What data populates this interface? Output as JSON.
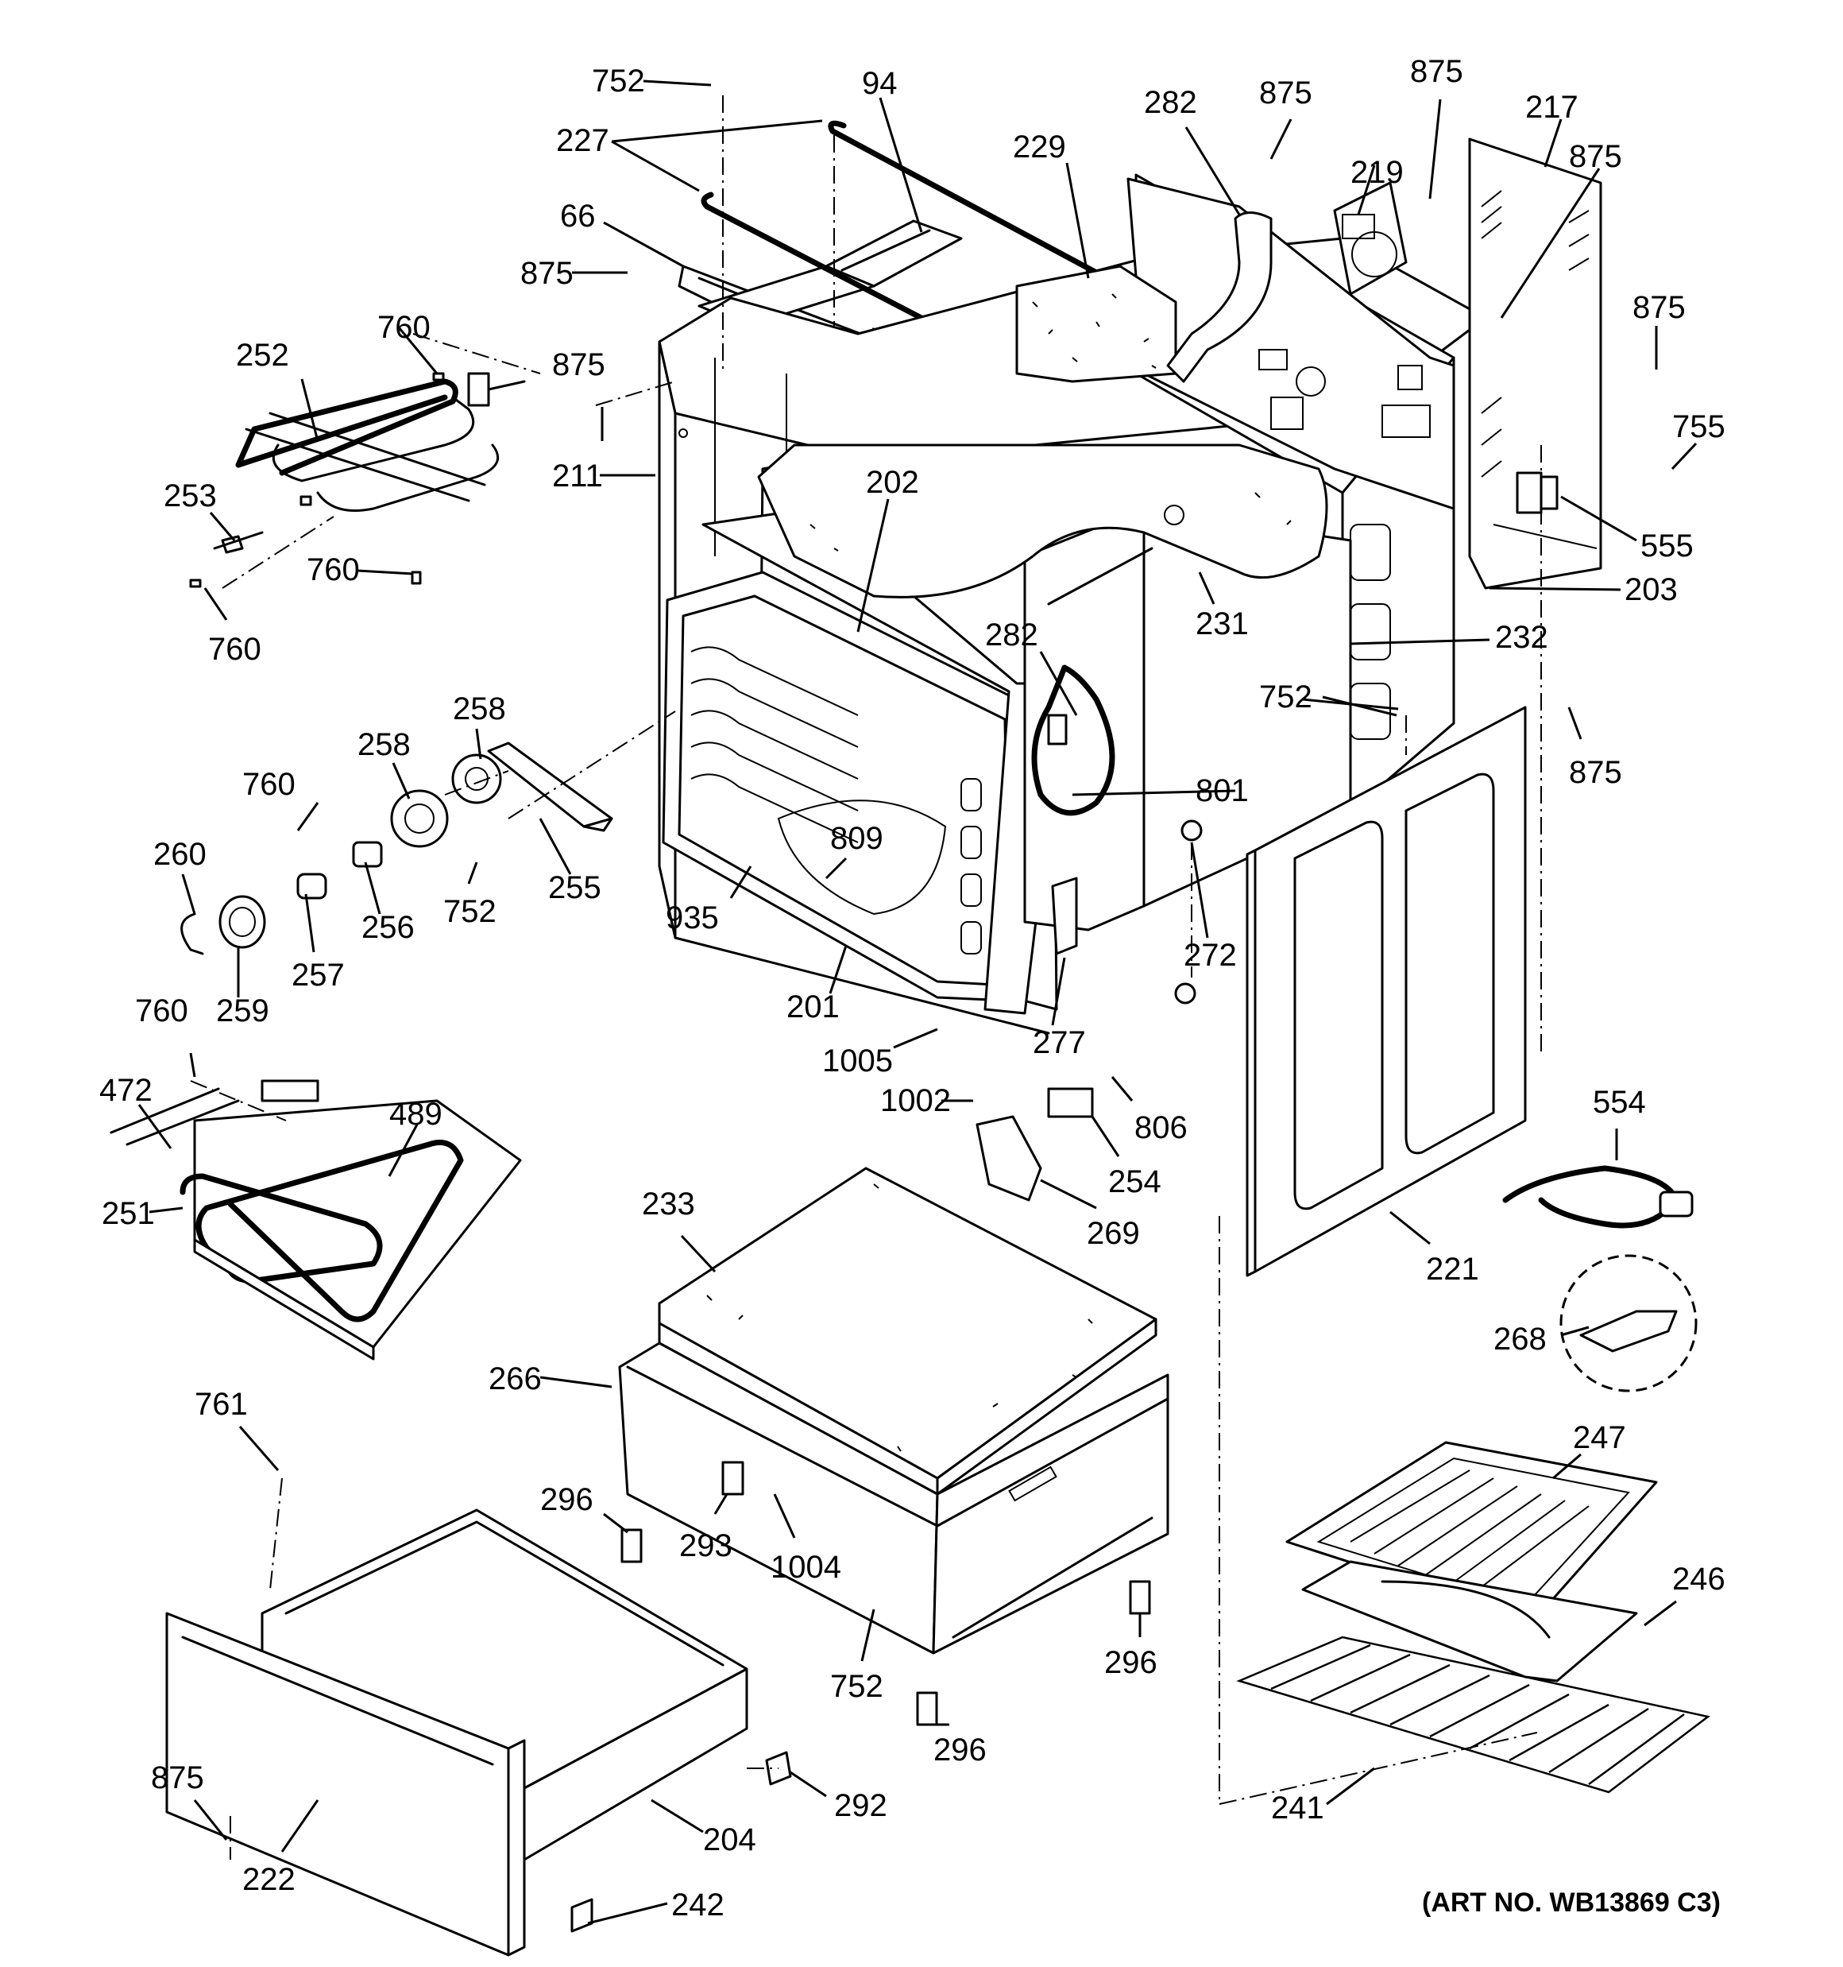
{
  "art_number": "(ART NO. WB13869 C3)",
  "callouts": [
    "752",
    "94",
    "227",
    "66",
    "875",
    "229",
    "282",
    "875",
    "875",
    "219",
    "217",
    "875",
    "875",
    "755",
    "555",
    "203",
    "760",
    "252",
    "875",
    "211",
    "253",
    "760",
    "760",
    "202",
    "231",
    "232",
    "282",
    "752",
    "875",
    "801",
    "258",
    "258",
    "760",
    "255",
    "256",
    "752",
    "260",
    "257",
    "259",
    "809",
    "935",
    "201",
    "272",
    "277",
    "1005",
    "760",
    "472",
    "489",
    "251",
    "1002",
    "806",
    "254",
    "269",
    "554",
    "233",
    "221",
    "268",
    "266",
    "761",
    "296",
    "293",
    "1004",
    "247",
    "246",
    "296",
    "752",
    "296",
    "875",
    "292",
    "204",
    "222",
    "241",
    "242"
  ]
}
